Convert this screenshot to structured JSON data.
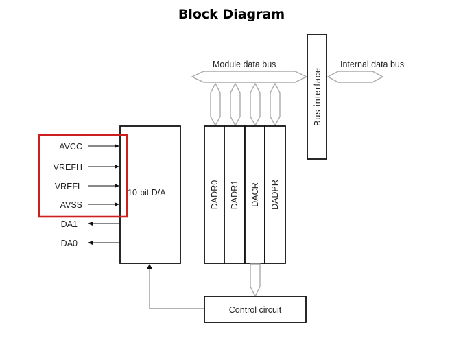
{
  "title": "Block Diagram",
  "highlight_color": "#cc1f1f",
  "buses": {
    "module_data_bus": "Module data bus",
    "internal_data_bus": "Internal data bus"
  },
  "blocks": {
    "bus_interface": "Bus interface",
    "da_converter": "10-bit D/A",
    "control_circuit": "Control circuit",
    "registers": [
      "DADR0",
      "DADR1",
      "DACR",
      "DADPR"
    ]
  },
  "input_pins": [
    "AVCC",
    "VREFH",
    "VREFL",
    "AVSS"
  ],
  "output_pins": [
    "DA1",
    "DA0"
  ]
}
